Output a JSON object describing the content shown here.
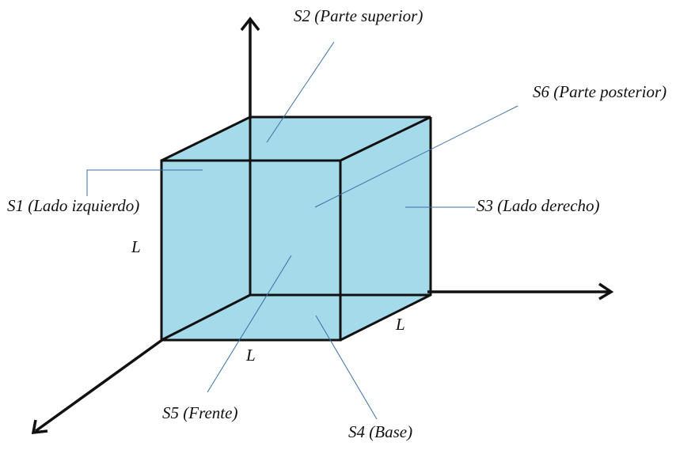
{
  "labels": {
    "s1": "S1 (Lado izquierdo)",
    "s2": "S2 (Parte superior)",
    "s3": "S3 (Lado derecho)",
    "s4": "S4 (Base)",
    "s5": "S5 (Frente)",
    "s6": "S6 (Parte posterior)",
    "edge_height": "L",
    "edge_width": "L",
    "edge_depth": "L"
  },
  "colors": {
    "face_fill": "#a4dae9",
    "edge_stroke": "#111111",
    "leader_line": "#3a6ea5"
  }
}
